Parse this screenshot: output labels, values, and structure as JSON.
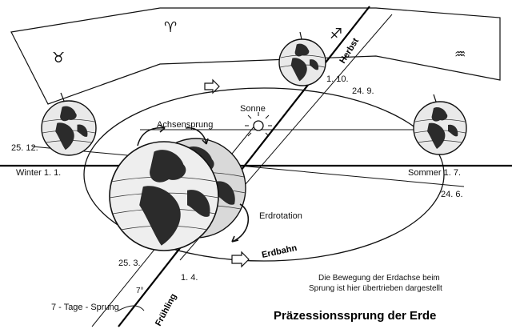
{
  "title": "Präzessionssprung der Erde",
  "note_line1": "Die Bewegung der Erdachse beim",
  "note_line2": "Sprung ist hier übertrieben dargestellt",
  "labels": {
    "sonne": "Sonne",
    "achsensprung": "Achsensprung",
    "erdrotation": "Erdrotation",
    "erdbahn": "Erdbahn",
    "herbst": "Herbst",
    "fruehling": "Frühling",
    "winter": "Winter 1. 1.",
    "sommer": "Sommer 1. 7.",
    "date_25_12": "25. 12.",
    "date_1_10": "1. 10.",
    "date_24_9": "24. 9.",
    "date_24_6": "24. 6.",
    "date_25_3": "25. 3.",
    "date_1_4": "1. 4.",
    "angle": "7°",
    "sprung": "7 - Tage - Sprung"
  },
  "zodiac_glyphs": {
    "taurus": "♉",
    "aries": "♈",
    "sagittarius": "♐",
    "aquarius": "♒"
  },
  "colors": {
    "ink": "#111111",
    "globe": "#e9e9e9",
    "land": "#2b2b2b",
    "background": "#ffffff"
  }
}
